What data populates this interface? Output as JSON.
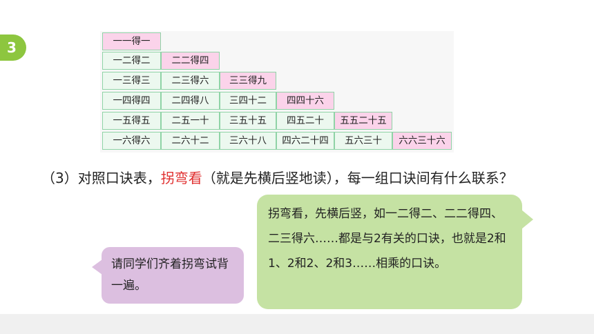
{
  "step_number": "3",
  "table": {
    "rows": [
      [
        {
          "text": "一一得一",
          "highlight": true
        }
      ],
      [
        {
          "text": "一二得二",
          "highlight": false
        },
        {
          "text": "二二得四",
          "highlight": true
        }
      ],
      [
        {
          "text": "一三得三",
          "highlight": false
        },
        {
          "text": "二三得六",
          "highlight": false
        },
        {
          "text": "三三得九",
          "highlight": true
        }
      ],
      [
        {
          "text": "一四得四",
          "highlight": false
        },
        {
          "text": "二四得八",
          "highlight": false
        },
        {
          "text": "三四十二",
          "highlight": false
        },
        {
          "text": "四四十六",
          "highlight": true
        }
      ],
      [
        {
          "text": "一五得五",
          "highlight": false
        },
        {
          "text": "二五一十",
          "highlight": false
        },
        {
          "text": "三五十五",
          "highlight": false
        },
        {
          "text": "四五二十",
          "highlight": false
        },
        {
          "text": "五五二十五",
          "highlight": true
        }
      ],
      [
        {
          "text": "一六得六",
          "highlight": false
        },
        {
          "text": "二六十二",
          "highlight": false
        },
        {
          "text": "三六十八",
          "highlight": false
        },
        {
          "text": "四六二十四",
          "highlight": false
        },
        {
          "text": "五六三十",
          "highlight": false
        },
        {
          "text": "六六三十六",
          "highlight": true
        }
      ]
    ]
  },
  "question": {
    "before": "（3）对照口诀表，",
    "highlight": "拐弯看",
    "after": "（就是先横后竖地读），每一组口诀间有什么联系？"
  },
  "bubble_left": {
    "text": "请同学们齐着拐弯试背一遍。"
  },
  "bubble_right": {
    "text": "拐弯看，先横后竖，如一二得二、二二得四、二三得六……都是与2有关的口诀，也就是2和1、2和2、2和3……相乘的口诀。"
  },
  "colors": {
    "accent_green": "#8dc63f",
    "highlight_red": "#e03030",
    "cell_plain": "#ecf8ef",
    "cell_pink": "#fbd3ea",
    "cell_border": "#8fd3a6",
    "bubble_left": "#dcbfe0",
    "bubble_right": "#c5e2a3"
  }
}
